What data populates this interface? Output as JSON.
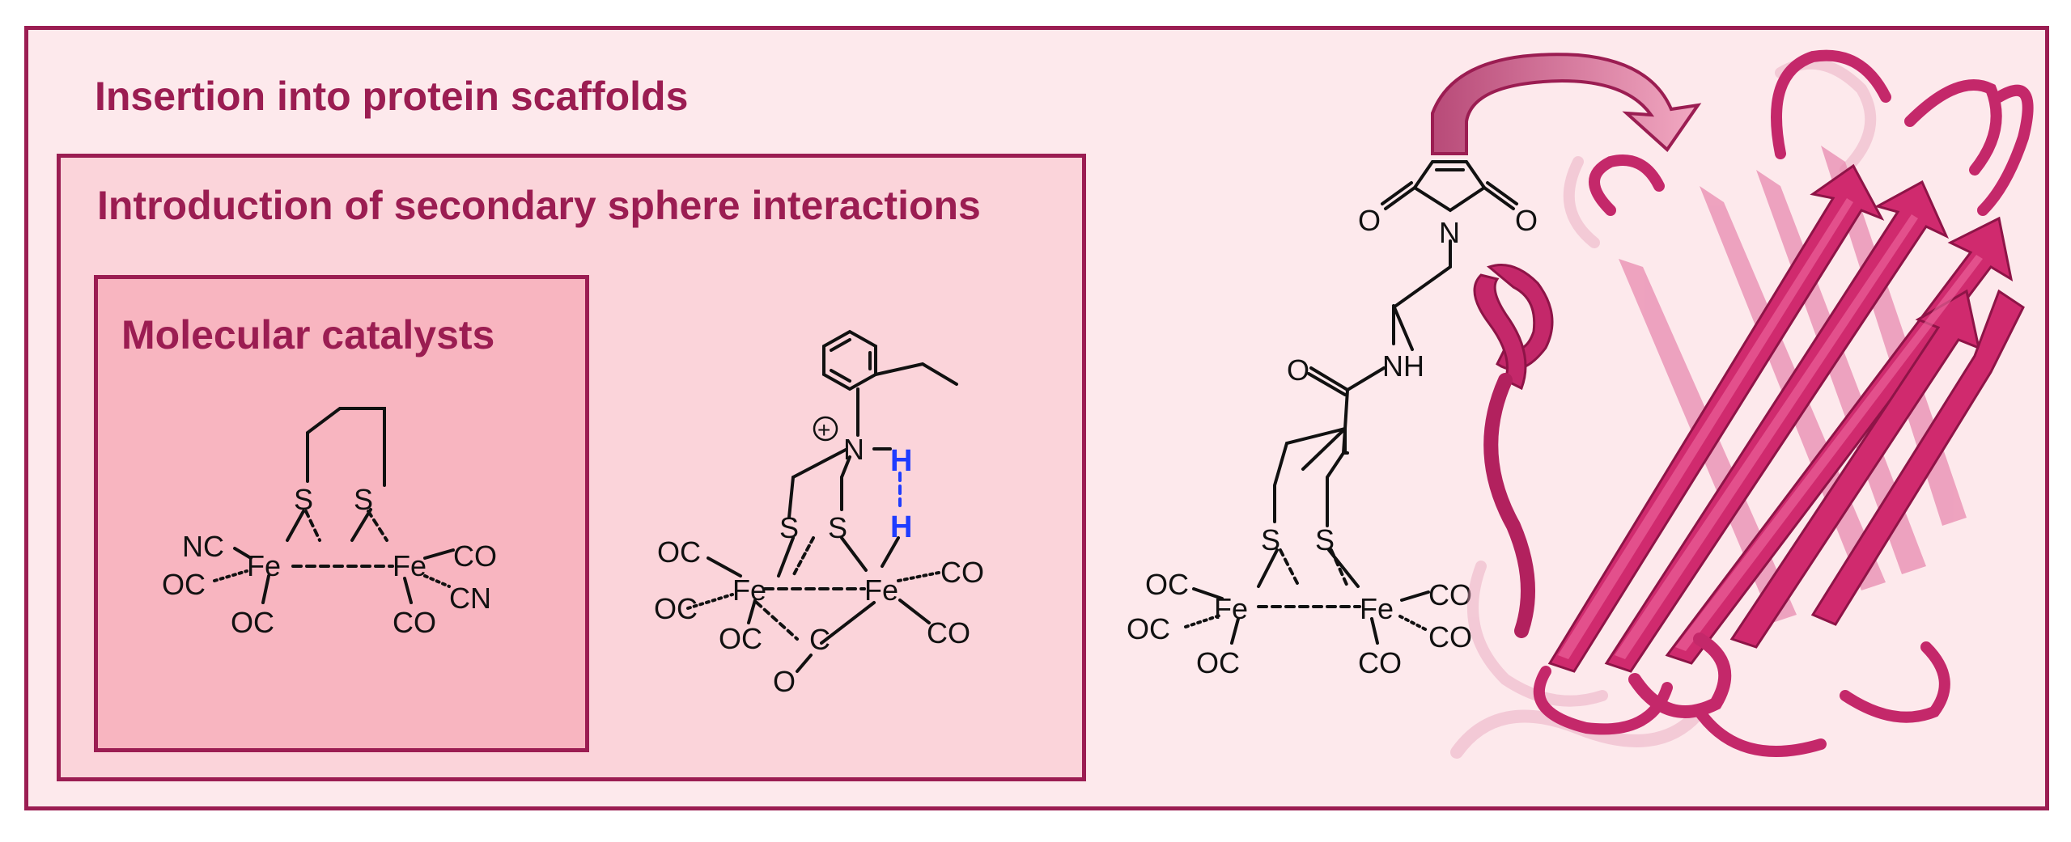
{
  "panels": {
    "outer_title": "Insertion into protein scaffolds",
    "middle_title": "Introduction of secondary sphere interactions",
    "inner_title": "Molecular catalysts"
  },
  "mol1": {
    "s_left": "S",
    "s_right": "S",
    "fe_left": "Fe",
    "fe_right": "Fe",
    "nc": "NC",
    "oc_left": "OC",
    "oc_bottom": "OC",
    "co_top": "CO",
    "cn": "CN",
    "co_bottom": "CO"
  },
  "mol2": {
    "plus": "+",
    "n": "N",
    "h_top": "H",
    "h_bottom": "H",
    "s_left": "S",
    "s_right": "S",
    "fe_left": "Fe",
    "fe_right": "Fe",
    "oc_top": "OC",
    "oc_mid": "OC",
    "oc_bottom": "OC",
    "c_bridge": "C",
    "o_bridge": "O",
    "co_right": "CO",
    "co_bottom": "CO"
  },
  "mol3": {
    "o_left": "O",
    "o_right": "O",
    "n_maleimide": "N",
    "nh": "NH",
    "o_amide": "O",
    "s_left": "S",
    "s_right": "S",
    "fe_left": "Fe",
    "fe_right": "Fe",
    "oc_top": "OC",
    "oc_mid": "OC",
    "oc_bottom": "OC",
    "co_top": "CO",
    "co_mid": "CO",
    "co_bottom": "CO"
  },
  "colors": {
    "frame": "#9b1d52",
    "outer_fill": "#fde9ec",
    "middle_fill": "#fbd4da",
    "inner_fill": "#f8b5c0",
    "protein": "#d02a6e",
    "hbond": "#1f3cff"
  }
}
